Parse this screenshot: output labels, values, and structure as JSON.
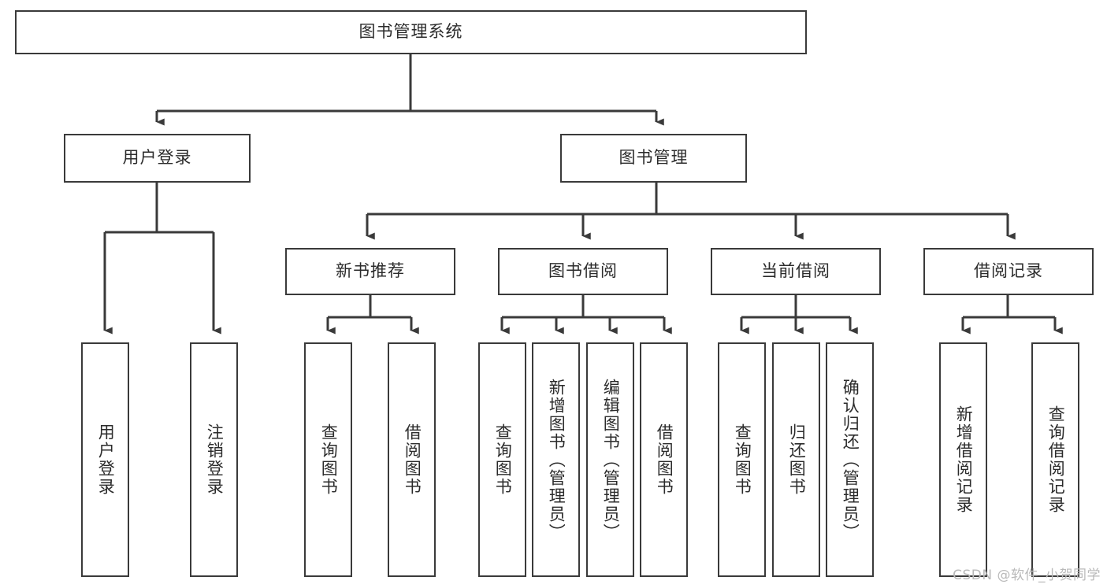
{
  "diagram": {
    "title": "图书管理系统",
    "type": "tree-hierarchy-chart",
    "watermark": "CSDN @软件_小贺同学",
    "colors": {
      "box_border": "#3a3a3a",
      "box_fill": "#ffffff",
      "connector": "#3a3a3a",
      "text": "#2b2b2b",
      "watermark": "#b9b9b9"
    },
    "root": {
      "id": "root",
      "label": "图书管理系统"
    },
    "level2": [
      {
        "id": "user-login",
        "label": "用户登录"
      },
      {
        "id": "book-manage",
        "label": "图书管理"
      }
    ],
    "level3": [
      {
        "id": "new-book-recommend",
        "label": "新书推荐",
        "parent": "book-manage"
      },
      {
        "id": "book-borrow",
        "label": "图书借阅",
        "parent": "book-manage"
      },
      {
        "id": "current-borrow",
        "label": "当前借阅",
        "parent": "book-manage"
      },
      {
        "id": "borrow-record",
        "label": "借阅记录",
        "parent": "book-manage"
      }
    ],
    "leaves": {
      "user-login": [
        {
          "id": "leaf-user-login",
          "label": "用户登录"
        },
        {
          "id": "leaf-user-logout",
          "label": "注销登录"
        }
      ],
      "new-book-recommend": [
        {
          "id": "leaf-query-book-1",
          "label": "查询图书"
        },
        {
          "id": "leaf-borrow-book-1",
          "label": "借阅图书"
        }
      ],
      "book-borrow": [
        {
          "id": "leaf-query-book-2",
          "label": "查询图书"
        },
        {
          "id": "leaf-add-book",
          "label": "新增图书（管理员）"
        },
        {
          "id": "leaf-edit-book",
          "label": "编辑图书（管理员）"
        },
        {
          "id": "leaf-borrow-book-2",
          "label": "借阅图书"
        }
      ],
      "current-borrow": [
        {
          "id": "leaf-query-book-3",
          "label": "查询图书"
        },
        {
          "id": "leaf-return-book",
          "label": "归还图书"
        },
        {
          "id": "leaf-confirm-return",
          "label": "确认归还（管理员）"
        }
      ],
      "borrow-record": [
        {
          "id": "leaf-add-record",
          "label": "新增借阅记录"
        },
        {
          "id": "leaf-query-record",
          "label": "查询借阅记录"
        }
      ]
    }
  }
}
